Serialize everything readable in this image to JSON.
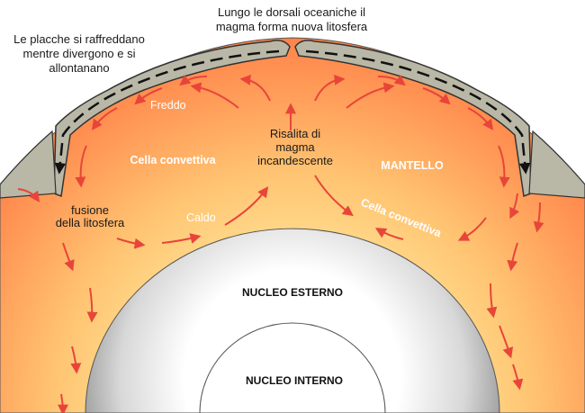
{
  "labels": {
    "ridge_line1": "Lungo le dorsali oceaniche il",
    "ridge_line2": "magma forma nuova litosfera",
    "plates_line1": "Le placche si raffreddano",
    "plates_line2": "mentre divergono e si",
    "plates_line3": "allontanano",
    "cold": "Freddo",
    "magma_line1": "Risalita di",
    "magma_line2": "magma",
    "magma_line3": "incandescente",
    "convective_cell_left": "Cella convettiva",
    "mantle": "MANTELLO",
    "convective_cell_right": "Cella convettiva",
    "fusion_line1": "fusione",
    "fusion_line2": "della litosfera",
    "hot": "Caldo",
    "outer_core": "NUCLEO ESTERNO",
    "inner_core": "NUCLEO INTERNO"
  },
  "colors": {
    "mantle_outer": "#ff7e45",
    "mantle_inner": "#ffd98a",
    "lithosphere": "#b9b7a6",
    "arrow": "#e8453a",
    "core_edge": "#9a9a9a"
  }
}
